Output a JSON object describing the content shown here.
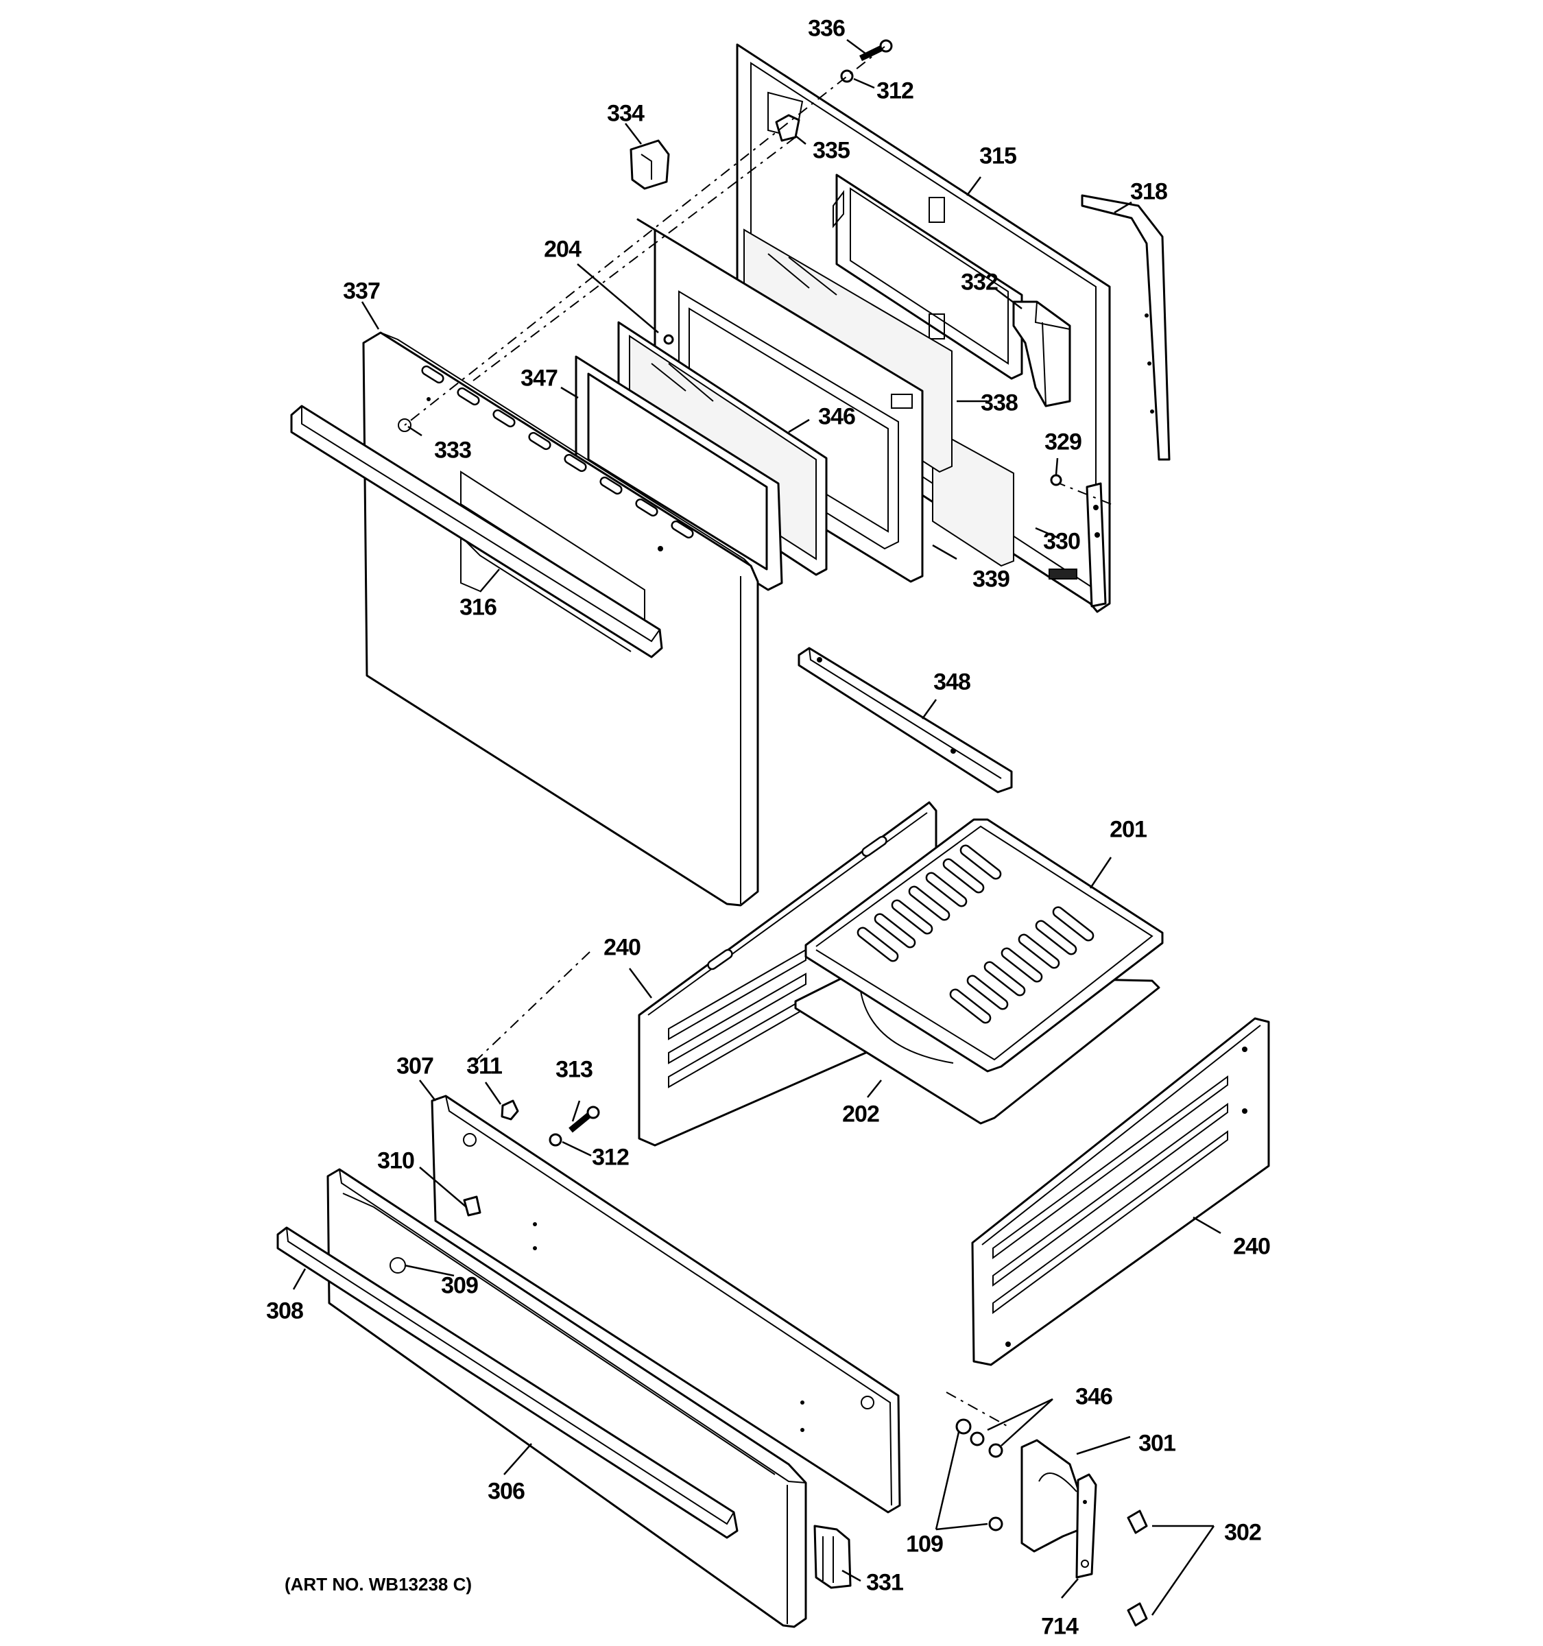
{
  "art_number": "(ART NO. WB13238 C)",
  "callouts": [
    {
      "id": "336",
      "label": "336"
    },
    {
      "id": "312a",
      "label": "312"
    },
    {
      "id": "334",
      "label": "334"
    },
    {
      "id": "335",
      "label": "335"
    },
    {
      "id": "315",
      "label": "315"
    },
    {
      "id": "318",
      "label": "318"
    },
    {
      "id": "204",
      "label": "204"
    },
    {
      "id": "332",
      "label": "332"
    },
    {
      "id": "337",
      "label": "337"
    },
    {
      "id": "347",
      "label": "347"
    },
    {
      "id": "338",
      "label": "338"
    },
    {
      "id": "346a",
      "label": "346"
    },
    {
      "id": "333",
      "label": "333"
    },
    {
      "id": "329",
      "label": "329"
    },
    {
      "id": "330",
      "label": "330"
    },
    {
      "id": "339",
      "label": "339"
    },
    {
      "id": "316",
      "label": "316"
    },
    {
      "id": "348",
      "label": "348"
    },
    {
      "id": "201",
      "label": "201"
    },
    {
      "id": "240a",
      "label": "240"
    },
    {
      "id": "202",
      "label": "202"
    },
    {
      "id": "307",
      "label": "307"
    },
    {
      "id": "311",
      "label": "311"
    },
    {
      "id": "313",
      "label": "313"
    },
    {
      "id": "312b",
      "label": "312"
    },
    {
      "id": "310",
      "label": "310"
    },
    {
      "id": "240b",
      "label": "240"
    },
    {
      "id": "309",
      "label": "309"
    },
    {
      "id": "308",
      "label": "308"
    },
    {
      "id": "346b",
      "label": "346"
    },
    {
      "id": "301",
      "label": "301"
    },
    {
      "id": "306",
      "label": "306"
    },
    {
      "id": "302",
      "label": "302"
    },
    {
      "id": "109",
      "label": "109"
    },
    {
      "id": "331",
      "label": "331"
    },
    {
      "id": "714",
      "label": "714"
    }
  ]
}
